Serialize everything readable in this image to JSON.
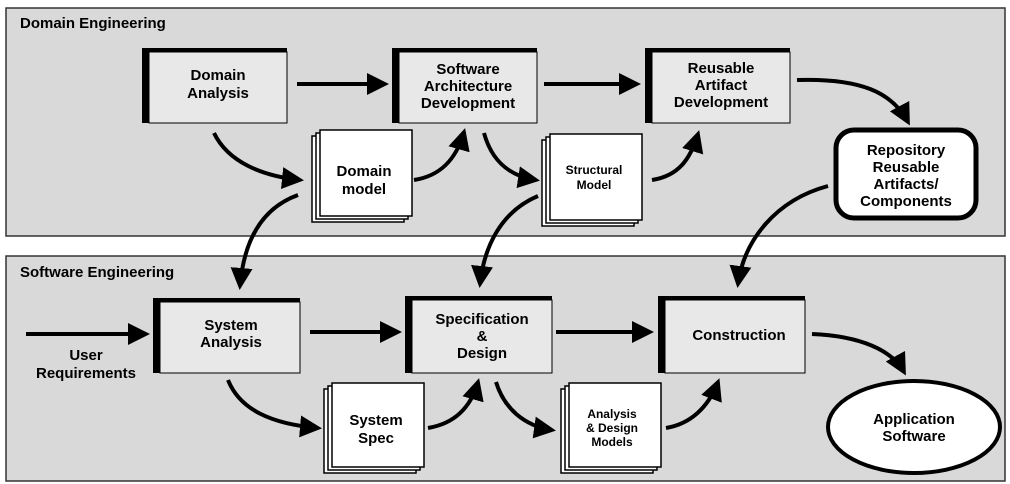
{
  "panels": {
    "domain": {
      "title": "Domain Engineering"
    },
    "software": {
      "title": "Software Engineering"
    }
  },
  "domain_engineering": {
    "domain_analysis": [
      "Domain",
      "Analysis"
    ],
    "software_architecture": [
      "Software",
      "Architecture",
      "Development"
    ],
    "reusable_artifact": [
      "Reusable",
      "Artifact",
      "Development"
    ],
    "domain_model": [
      "Domain",
      "model"
    ],
    "structural_model": [
      "Structural",
      "Model"
    ],
    "repository": [
      "Repository",
      "Reusable",
      "Artifacts/",
      "Components"
    ]
  },
  "software_engineering": {
    "system_analysis": [
      "System",
      "Analysis"
    ],
    "specification_design": [
      "Specification",
      "&",
      "Design"
    ],
    "construction": [
      "Construction"
    ],
    "system_spec": [
      "System",
      "Spec"
    ],
    "analysis_design_models": [
      "Analysis",
      "& Design",
      "Models"
    ],
    "user_requirements": [
      "User",
      "Requirements"
    ],
    "application_software": [
      "Application",
      "Software"
    ]
  },
  "colors": {
    "panel_fill": "#d9d9d9",
    "box_fill": "#e8e8e8",
    "doc_fill": "#ffffff",
    "ink": "#000000"
  }
}
